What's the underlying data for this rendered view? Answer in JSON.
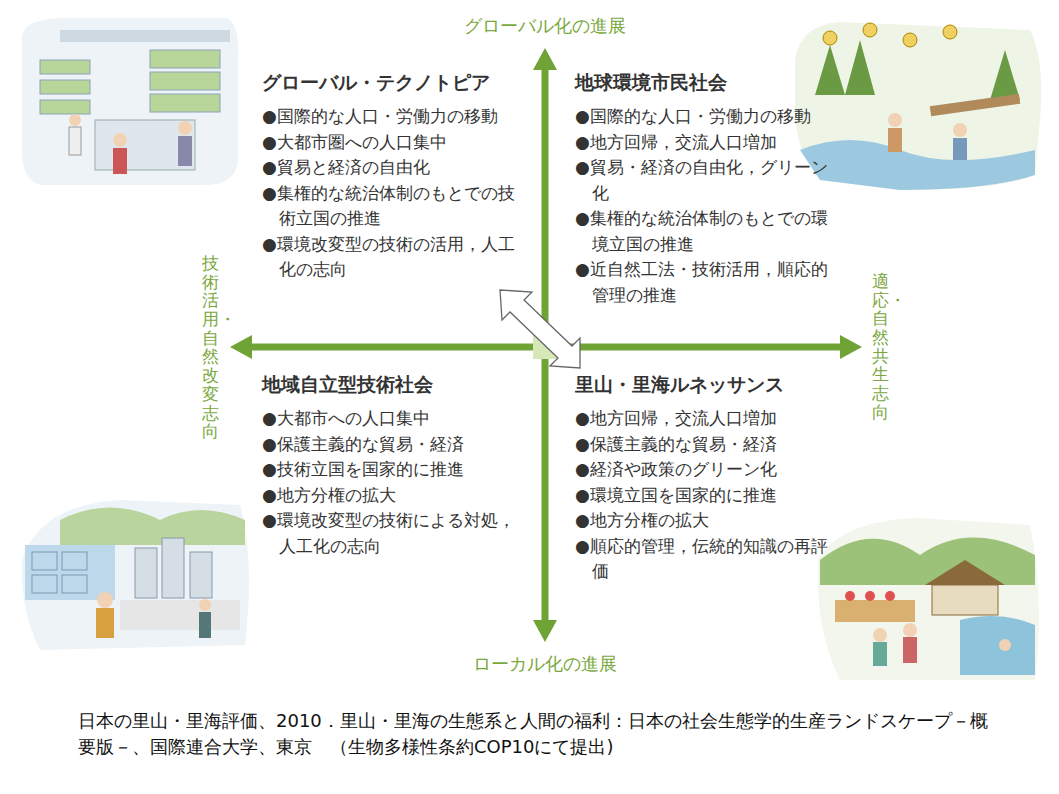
{
  "diagram": {
    "caption": "日本の里山・里海評価、2010．里山・里海の生態系と人間の福利：日本の社会生態学的生産ランドスケープ－概要版－、国際連合大学、東京　（生物多様性条約COP10にて提出)",
    "labels": [
      "グローバル化の進展",
      "グローバル・テクノトピア",
      "●国際的な人口・労働力の移動",
      "●大都市圏への人口集中",
      "●貿易と経済の自由化",
      "●集権的な統治体制のもとでの技術立国の推進",
      "●環境改変型の技術の活用，人工化の志向",
      "地球環境市民社会",
      "●国際的な人口・労働力の移動",
      "●地方回帰，交流人口増加",
      "●貿易・経済の自由化，グリーン化",
      "●集権的な統治体制のもとでの環境立国の推進",
      "●近自然工法・技術活用，順応的管理の推進",
      "技術活用・自然改変志向",
      "適応・自然共生志向",
      "地域自立型技術社会",
      "●大都市への人口集中",
      "●保護主義的な貿易・経済",
      "●技術立国を国家的に推進",
      "●地方分権の拡大",
      "●環境改変型の技術による対処，人工化の志向",
      "里山・里海ルネッサンス",
      "●地方回帰，交流人口増加",
      "●保護主義的な貿易・経済",
      "●経済や政策のグリーン化",
      "●環境立国を国家的に推進",
      "●地方分権の拡大",
      "●順応的管理，伝統的知識の再評価",
      "ローカル化の進展"
    ]
  }
}
